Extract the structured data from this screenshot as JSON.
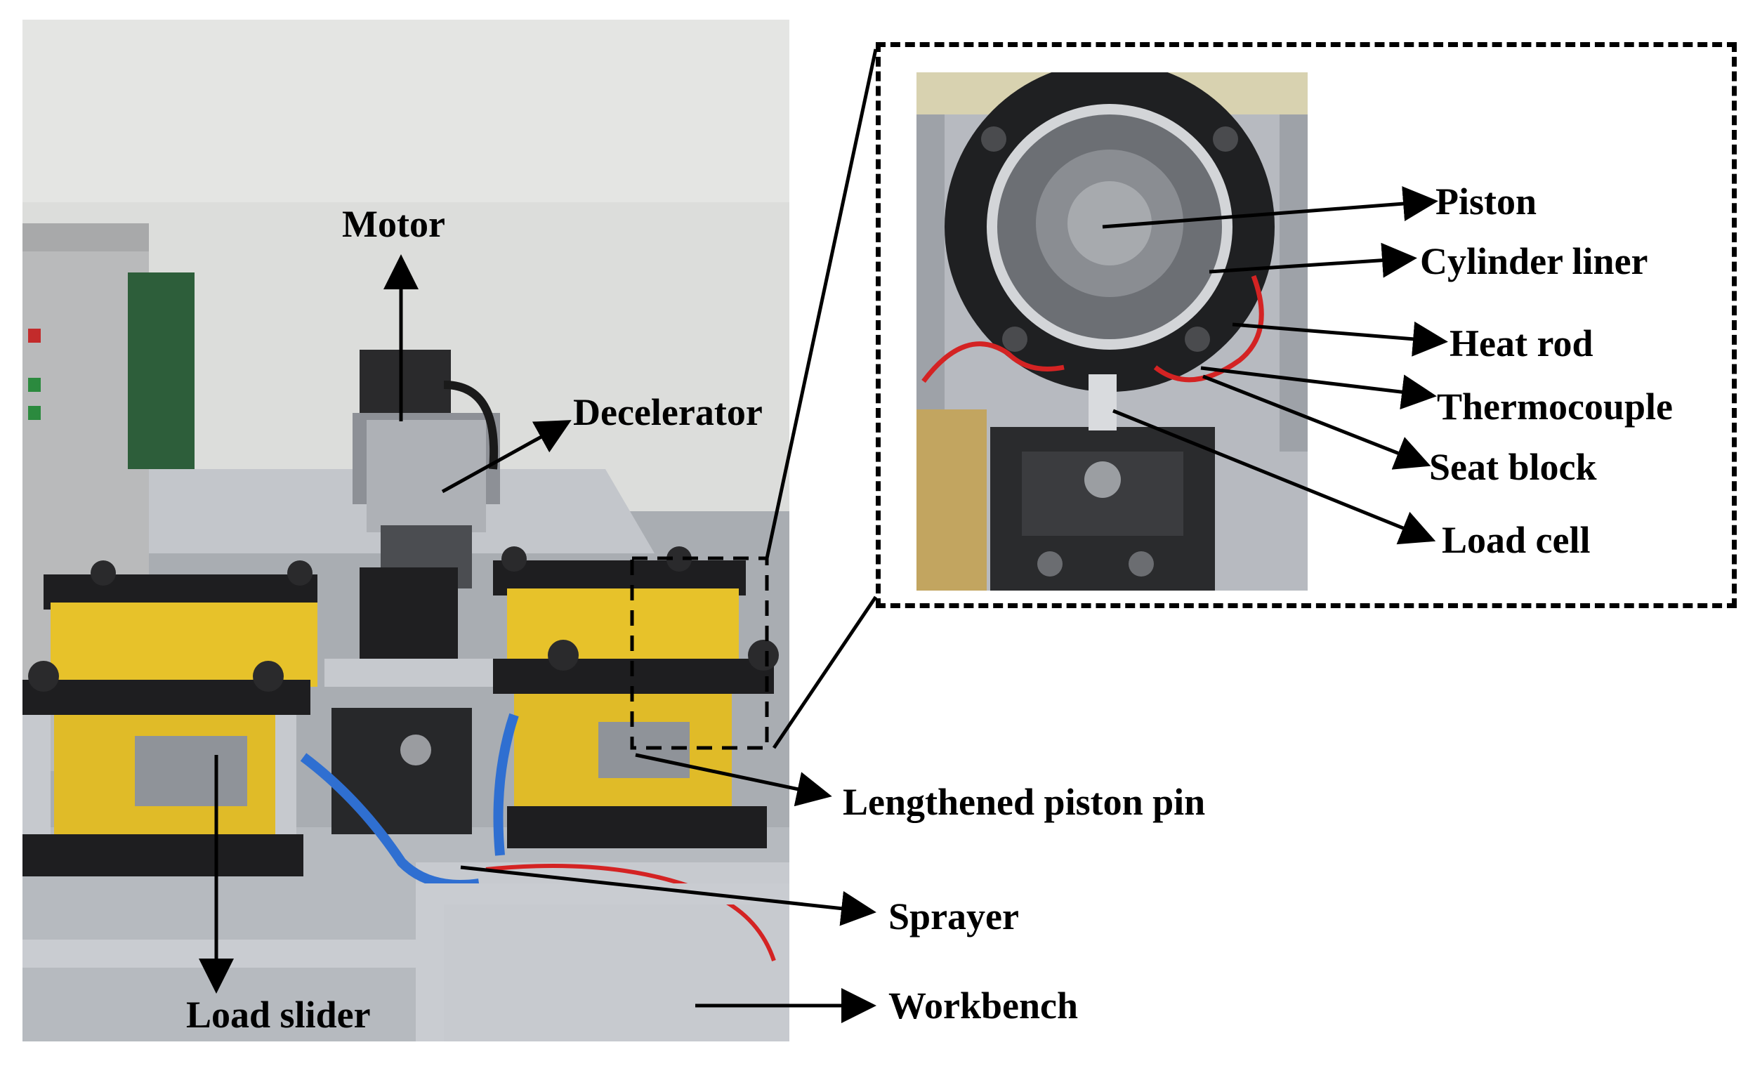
{
  "labels": {
    "motor": "Motor",
    "decelerator": "Decelerator",
    "piston": "Piston",
    "cylinder_liner": "Cylinder liner",
    "heat_rod": "Heat rod",
    "thermocouple": "Thermocouple",
    "seat_block": "Seat block",
    "load_cell": "Load cell",
    "lengthened_piston_pin": "Lengthened piston pin",
    "sprayer": "Sprayer",
    "workbench": "Workbench",
    "load_slider": "Load slider"
  },
  "colors": {
    "wall": "#dcdddb",
    "cabinet": "#b9babb",
    "yellow_box": "#e7c22a",
    "black_part": "#1e1e20",
    "steel": "#b8bcc2",
    "blue_hose": "#2f6fd1",
    "red_wire": "#d42323"
  }
}
